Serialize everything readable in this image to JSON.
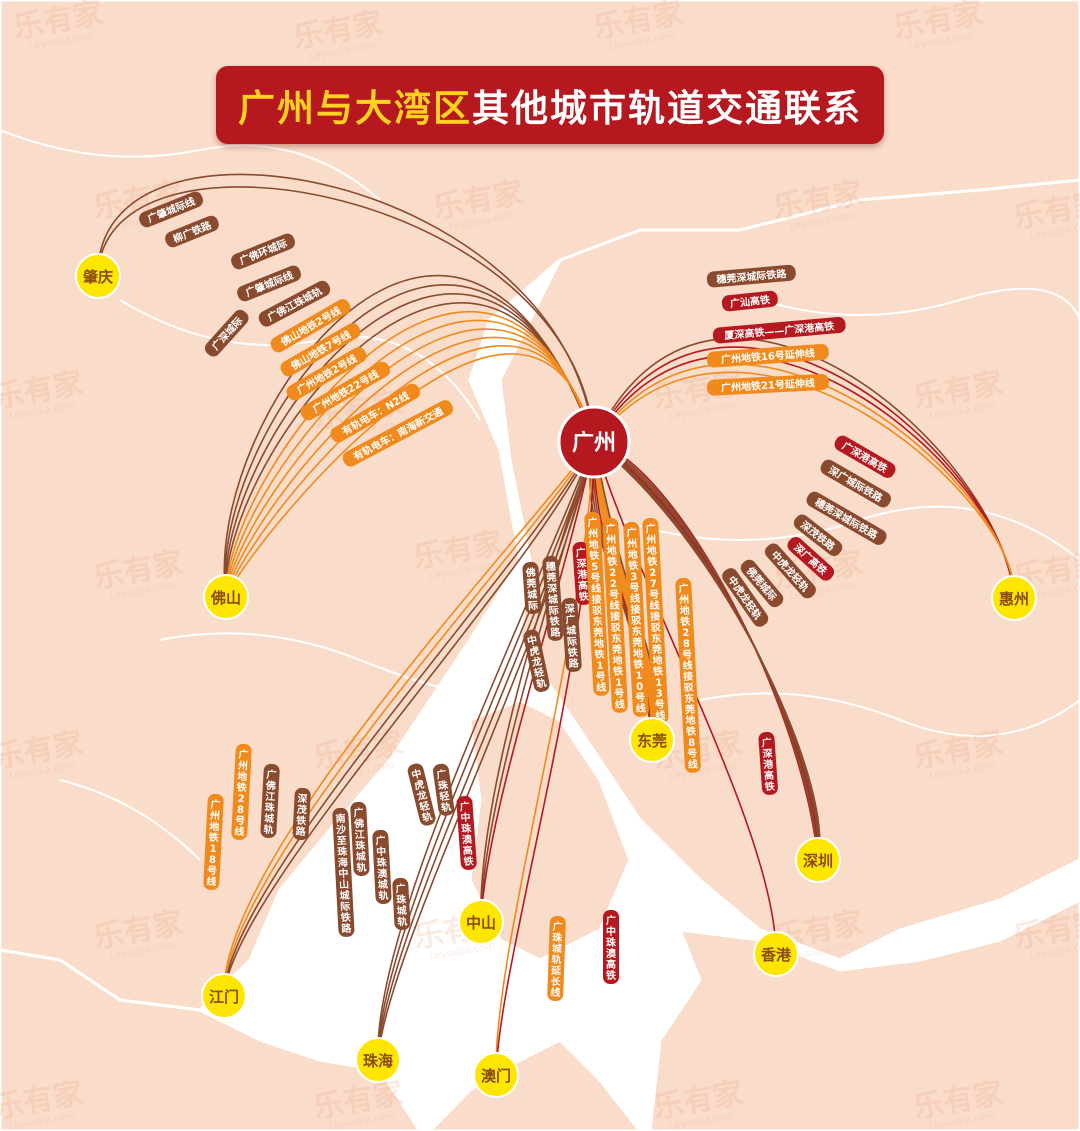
{
  "title": {
    "highlight": "广州与大湾区",
    "rest": "其他城市轨道交通联系"
  },
  "watermark": {
    "brand": "乐有家",
    "site": "Leyoujia.com"
  },
  "colors": {
    "land": "#f9d9c6",
    "sea": "#ffffff",
    "dark_red": "#b5191f",
    "brown": "#8a4a2e",
    "orange": "#f08a1c",
    "city_yellow": "#ffe600",
    "city_text": "#8a4a14"
  },
  "hub": {
    "name": "广州"
  },
  "cities": [
    {
      "id": "zhaoqing",
      "name": "肇庆"
    },
    {
      "id": "foshan",
      "name": "佛山"
    },
    {
      "id": "jiangmen",
      "name": "江门"
    },
    {
      "id": "zhuhai",
      "name": "珠海"
    },
    {
      "id": "aomen",
      "name": "澳门"
    },
    {
      "id": "zhongshan",
      "name": "中山"
    },
    {
      "id": "dongguan",
      "name": "东莞"
    },
    {
      "id": "xianggang",
      "name": "香港"
    },
    {
      "id": "shenzhen",
      "name": "深圳"
    },
    {
      "id": "huizhou",
      "name": "惠州"
    }
  ],
  "lines": {
    "zhaoqing": [
      {
        "name": "广肇城际线",
        "type": "brown"
      },
      {
        "name": "柳广铁路",
        "type": "brown"
      }
    ],
    "foshan": [
      {
        "name": "广佛环城际",
        "type": "brown"
      },
      {
        "name": "广肇城际线",
        "type": "brown"
      },
      {
        "name": "广佛江珠城轨",
        "type": "brown"
      },
      {
        "name": "广深城际",
        "type": "brown"
      },
      {
        "name": "佛山地铁2号线",
        "type": "orange"
      },
      {
        "name": "佛山地铁7号线",
        "type": "orange"
      },
      {
        "name": "广州地铁2号线",
        "type": "orange"
      },
      {
        "name": "广州地铁22号线",
        "type": "orange"
      },
      {
        "name": "有轨电车：N2线",
        "type": "orange"
      },
      {
        "name": "有轨电车：南海新交通",
        "type": "orange"
      }
    ],
    "huizhou": [
      {
        "name": "穗莞深城际铁路",
        "type": "brown"
      },
      {
        "name": "广汕高铁",
        "type": "red"
      },
      {
        "name": "厦深高铁——广深港高铁",
        "type": "red"
      },
      {
        "name": "广州地铁16号延伸线",
        "type": "orange"
      },
      {
        "name": "广州地铁21号延伸线",
        "type": "orange"
      }
    ],
    "shenzhen": [
      {
        "name": "广深港高铁",
        "type": "red"
      },
      {
        "name": "深广城际铁路",
        "type": "brown"
      },
      {
        "name": "穗莞深城际铁路",
        "type": "brown"
      },
      {
        "name": "深茂铁路",
        "type": "brown"
      },
      {
        "name": "深广高铁",
        "type": "red"
      },
      {
        "name": "中虎龙轻轨",
        "type": "brown"
      },
      {
        "name": "佛莞城际",
        "type": "brown"
      },
      {
        "name": "中虎龙轻轨",
        "type": "brown"
      }
    ],
    "dongguan": [
      {
        "name": "佛莞城际",
        "type": "brown"
      },
      {
        "name": "穗莞深城际铁路",
        "type": "brown"
      },
      {
        "name": "深广城际铁路",
        "type": "brown"
      },
      {
        "name": "广深港高铁",
        "type": "red"
      },
      {
        "name": "广州地铁5号线接驳东莞地铁1号线",
        "type": "orange"
      },
      {
        "name": "广州地铁22号线接驳东莞地铁1号线",
        "type": "orange"
      },
      {
        "name": "广州地铁3号线接驳东莞地铁10号线",
        "type": "orange"
      },
      {
        "name": "广州地铁27号线接驳东莞地铁13号线",
        "type": "orange"
      },
      {
        "name": "广州地铁28号线接驳东莞地铁8号线",
        "type": "orange"
      },
      {
        "name": "中虎龙轻轨",
        "type": "brown"
      }
    ],
    "jiangmen": [
      {
        "name": "广州地铁18号线",
        "type": "orange"
      },
      {
        "name": "广州地铁28号线",
        "type": "orange"
      },
      {
        "name": "广佛江珠城轨",
        "type": "brown"
      },
      {
        "name": "深茂铁路",
        "type": "brown"
      }
    ],
    "zhuhai": [
      {
        "name": "南沙至珠海中山城际铁路",
        "type": "brown"
      },
      {
        "name": "广佛江珠城轨",
        "type": "brown"
      },
      {
        "name": "广中珠澳城轨",
        "type": "brown"
      },
      {
        "name": "广珠城轨",
        "type": "brown"
      }
    ],
    "zhongshan": [
      {
        "name": "中虎龙轻轨",
        "type": "brown"
      },
      {
        "name": "广珠轻轨",
        "type": "brown"
      },
      {
        "name": "广中珠澳高铁",
        "type": "red"
      }
    ],
    "aomen": [
      {
        "name": "广珠城轨延长线",
        "type": "orange"
      },
      {
        "name": "广中珠澳高铁",
        "type": "red"
      }
    ],
    "xianggang": [
      {
        "name": "广深港高铁",
        "type": "red"
      }
    ]
  }
}
